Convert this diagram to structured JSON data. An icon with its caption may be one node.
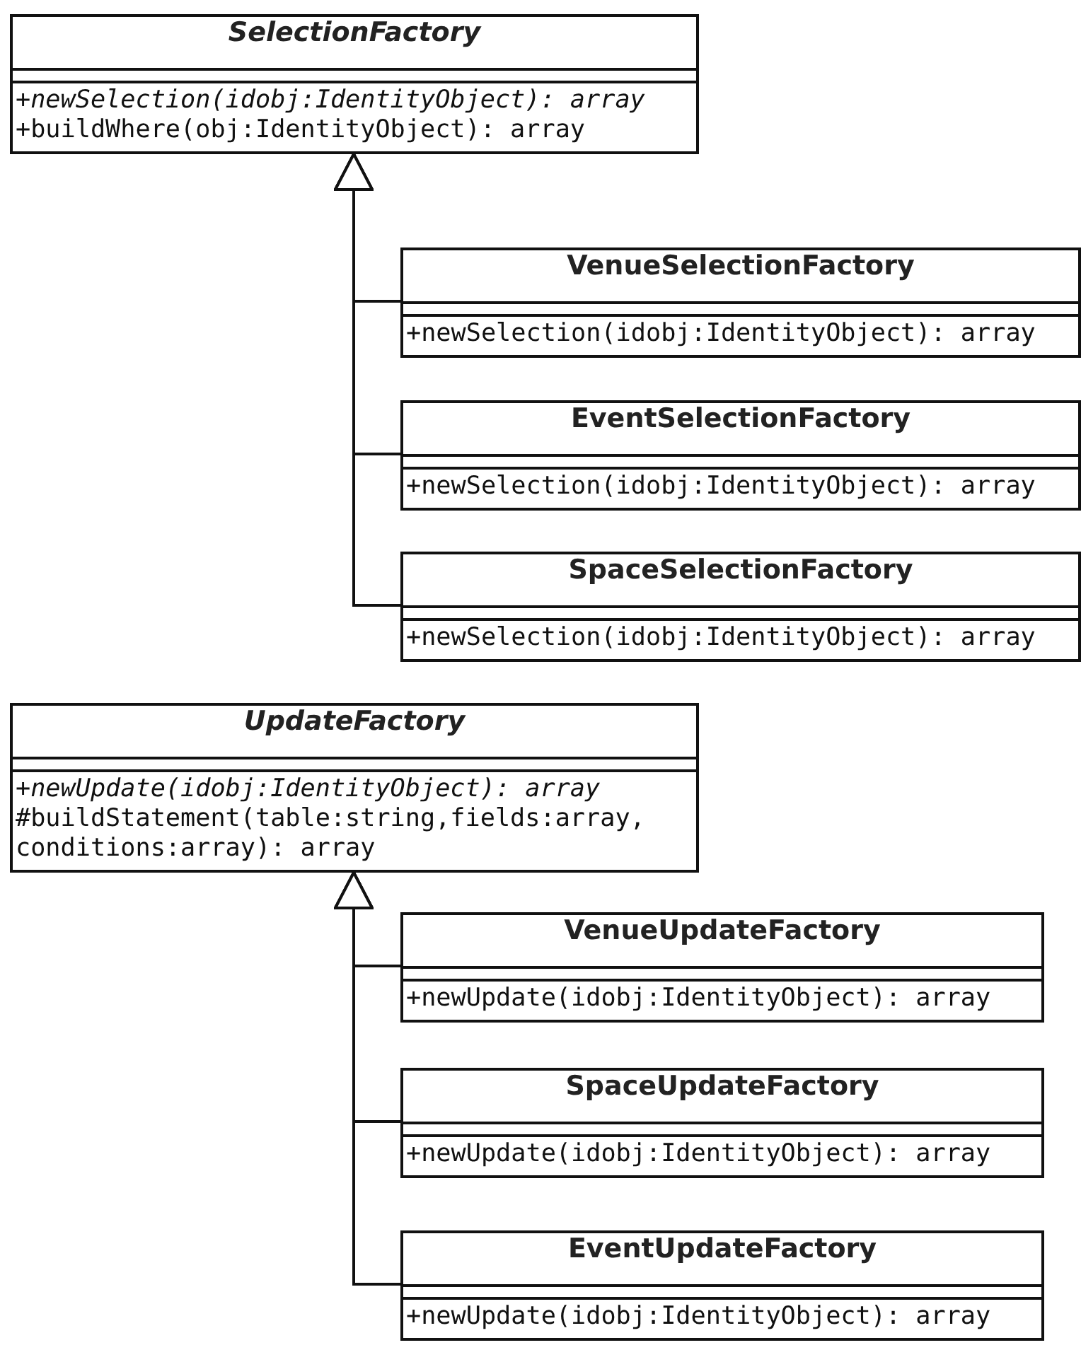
{
  "diagram": {
    "nodes": [
      {
        "text": [
          "*SelectionFactory*",
          "*+newSelection(idobj:IdentityObject): array*",
          "+buildWhere(obj:IdentityObject): array"
        ]
      },
      {
        "text": [
          "VenueSelectionFactory",
          "+newSelection(idobj:IdentityObject): array"
        ]
      },
      {
        "text": [
          "EventSelectionFactory",
          "+newSelection(idobj:IdentityObject): array"
        ]
      },
      {
        "text": [
          "SpaceSelectionFactory",
          "+newSelection(idobj:IdentityObject): array"
        ]
      },
      {
        "text": [
          "*UpdateFactory*",
          "*+newUpdate(idobj:IdentityObject): array*",
          "#buildStatement(table:string,fields:array, conditions:array): array"
        ]
      },
      {
        "text": [
          "VenueUpdateFactory",
          "+newUpdate(idobj:IdentityObject): array"
        ]
      },
      {
        "text": [
          "SpaceUpdateFactory",
          "+newUpdate(idobj:IdentityObject): array"
        ]
      },
      {
        "text": [
          "EventUpdateFactory",
          "+newUpdate(idobj:IdentityObject): array"
        ]
      }
    ],
    "edges": [
      {
        "from": 1,
        "to": 0,
        "arrow": "to"
      },
      {
        "from": 2,
        "to": 0,
        "arrow": "to"
      },
      {
        "from": 3,
        "to": 0,
        "arrow": "to"
      },
      {
        "from": 5,
        "to": 4,
        "arrow": "to"
      },
      {
        "from": 6,
        "to": 4,
        "arrow": "to"
      },
      {
        "from": 7,
        "to": 4,
        "arrow": "to"
      }
    ]
  }
}
